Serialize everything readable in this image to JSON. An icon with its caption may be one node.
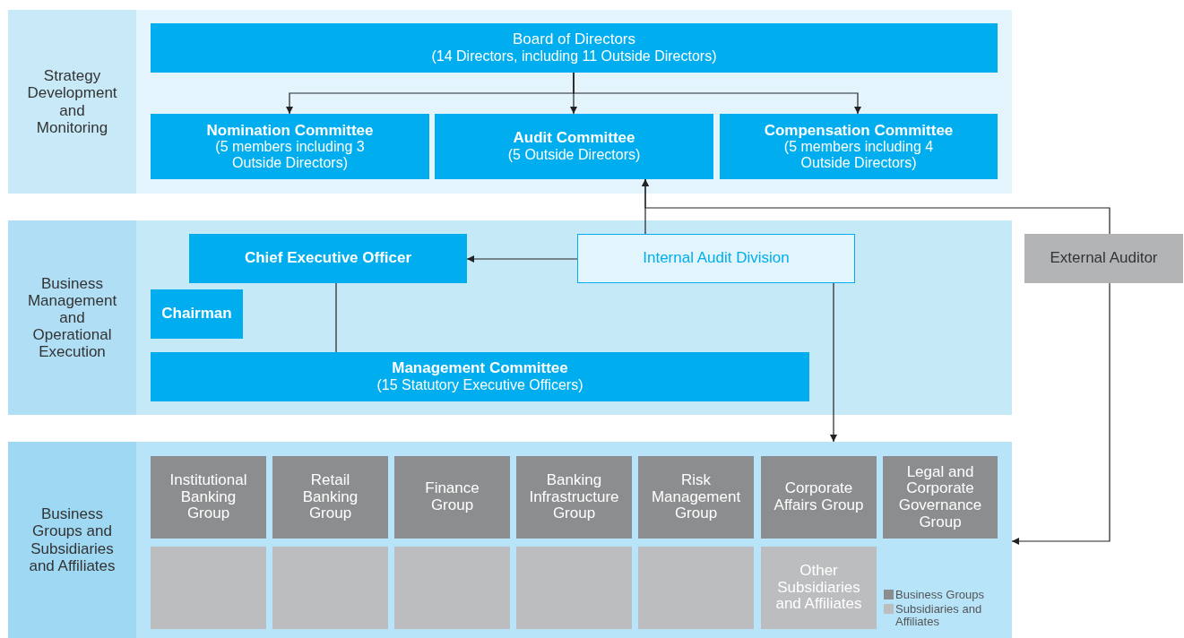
{
  "diagram": {
    "nodes": [
      {
        "text": [
          "Strategy Development and Monitoring"
        ]
      },
      {
        "text": [
          "Board of Directors",
          "(14 Directors, including 11 Outside Directors)"
        ],
        "in": 0
      },
      {
        "text": [
          "Nomination Committee",
          "(5 members including 3 Outside Directors)"
        ],
        "in": 0
      },
      {
        "text": [
          "Audit Committee",
          "(5 Outside Directors)"
        ],
        "in": 0
      },
      {
        "text": [
          "Compensation Committee",
          "(5 members including 4 Outside Directors)"
        ],
        "in": 0
      },
      {
        "text": [
          "Business Management and Operational Execution"
        ]
      },
      {
        "text": [
          "Chief Executive Officer"
        ],
        "in": 5
      },
      {
        "text": [
          "Internal Audit Division"
        ],
        "in": 5
      },
      {
        "text": [
          "Chairman"
        ],
        "in": 5
      },
      {
        "text": [
          "Management Committee",
          "(15 Statutory Executive Officers)"
        ],
        "in": 5
      },
      {
        "text": [
          "External Auditor"
        ]
      },
      {
        "text": [
          "Business Groups and Subsidiaries and Affiliates"
        ]
      },
      {
        "text": [
          "Institutional Banking Group"
        ],
        "in": 11
      },
      {
        "text": [
          "Retail Banking Group"
        ],
        "in": 11
      },
      {
        "text": [
          "Finance Group"
        ],
        "in": 11
      },
      {
        "text": [
          "Banking Infrastructure Group"
        ],
        "in": 11
      },
      {
        "text": [
          "Risk Management Group"
        ],
        "in": 11
      },
      {
        "text": [
          "Corporate Affairs Group"
        ],
        "in": 11
      },
      {
        "text": [
          "Legal and Corporate Governance Group"
        ],
        "in": 11
      },
      {
        "text": [],
        "shape": "box",
        "in": 11
      },
      {
        "text": [],
        "shape": "box",
        "in": 11
      },
      {
        "text": [],
        "shape": "box",
        "in": 11
      },
      {
        "text": [],
        "shape": "box",
        "in": 11
      },
      {
        "text": [],
        "shape": "box",
        "in": 11
      },
      {
        "text": [
          "Other Subsidiaries and Affiliates"
        ],
        "in": 11
      }
    ],
    "edges": [
      {
        "from": 1,
        "to": 2,
        "arrow": "to"
      },
      {
        "from": 1,
        "to": 3,
        "arrow": "to"
      },
      {
        "from": 1,
        "to": 4,
        "arrow": "to"
      },
      {
        "from": 7,
        "to": 6,
        "arrow": "to"
      },
      {
        "from": 7,
        "to": 3,
        "arrow": "to"
      },
      {
        "from": 10,
        "to": 3,
        "arrow": "to"
      },
      {
        "from": 7,
        "to": 11,
        "arrow": "to"
      },
      {
        "from": 10,
        "to": 11,
        "arrow": "to"
      },
      {
        "from": 6,
        "to": 9,
        "arrow": "none"
      }
    ],
    "legend": [
      {
        "text": "Business Groups",
        "color": "#8c8d8f"
      },
      {
        "text": "Subsidiaries and Affiliates",
        "color": "#bcbdbf"
      }
    ]
  }
}
